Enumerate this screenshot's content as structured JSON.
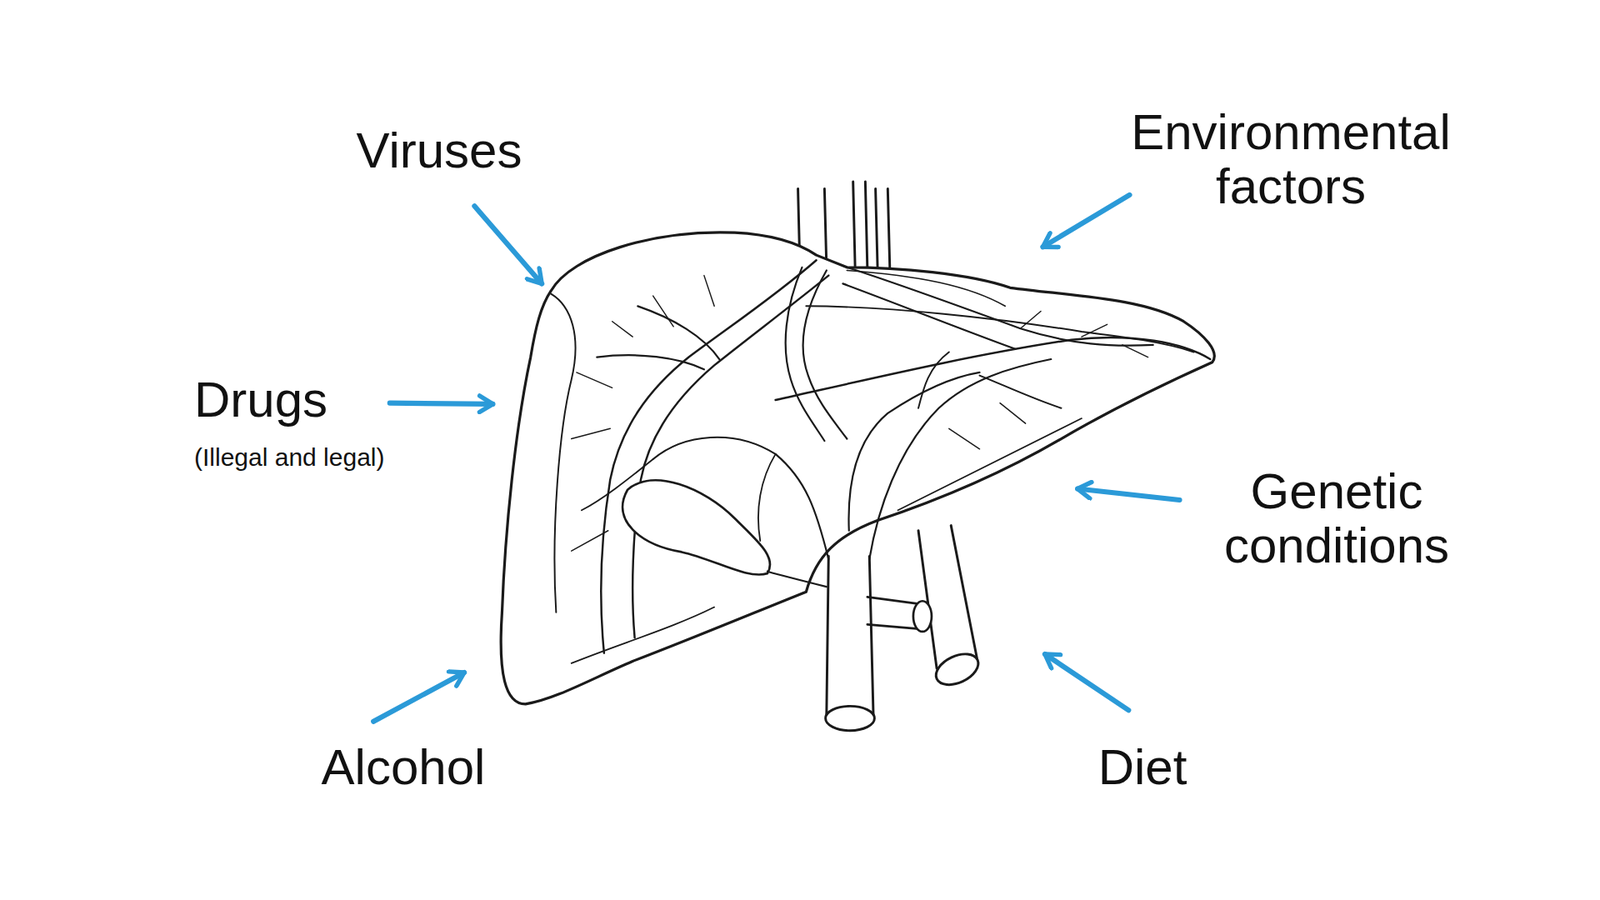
{
  "diagram": {
    "labels": [
      "Viruses",
      "Environmental factors",
      "Drugs",
      "(Illegal and legal)",
      "Genetic conditions",
      "Alcohol",
      "Diet"
    ]
  }
}
